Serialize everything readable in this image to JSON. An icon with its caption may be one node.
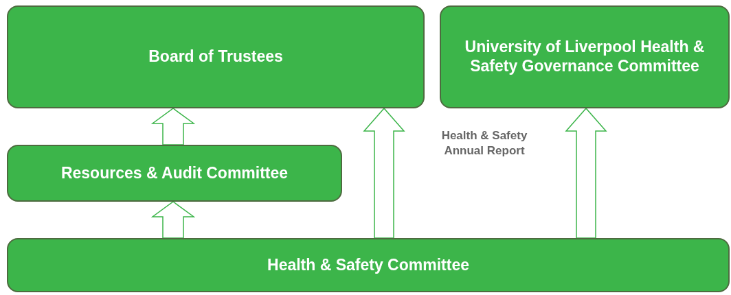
{
  "diagram": {
    "nodes": [
      {
        "text": [
          "Board of Trustees"
        ]
      },
      {
        "text": [
          "University of Liverpool Health & Safety Governance Committee"
        ]
      },
      {
        "text": [
          "Resources & Audit Committee"
        ]
      },
      {
        "text": [
          "Health & Safety Committee"
        ]
      }
    ],
    "edges": [
      {
        "from": 2,
        "to": 0,
        "arrow": "to"
      },
      {
        "from": 3,
        "to": 2,
        "arrow": "to"
      },
      {
        "from": 3,
        "to": 0,
        "arrow": "to"
      },
      {
        "from": 3,
        "to": 1,
        "arrow": "to"
      }
    ],
    "labels": [
      "Health & Safety Annual Report"
    ]
  }
}
